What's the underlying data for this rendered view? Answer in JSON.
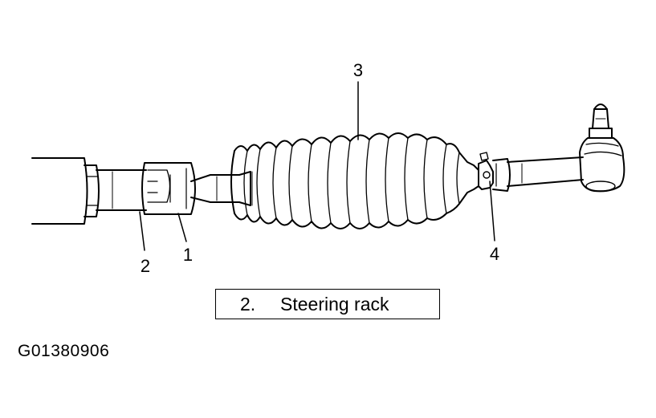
{
  "callouts": {
    "c1": "1",
    "c2": "2",
    "c3": "3",
    "c4": "4"
  },
  "caption": {
    "number": "2.",
    "title": "Steering rack"
  },
  "figure_id": "G01380906"
}
